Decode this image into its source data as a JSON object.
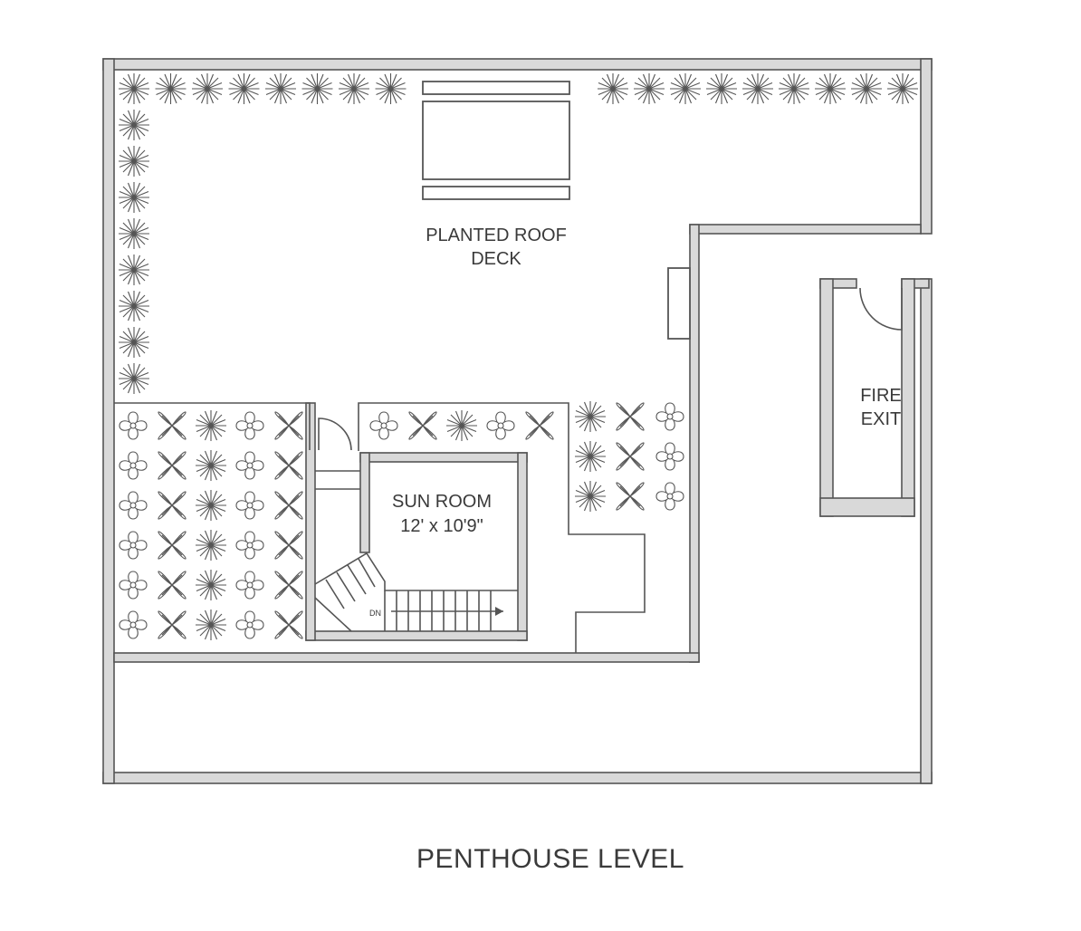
{
  "plan": {
    "title": "PENTHOUSE LEVEL",
    "rooms": {
      "roof_deck": {
        "line1": "PLANTED ROOF",
        "line2": "DECK"
      },
      "sun_room": {
        "line1": "SUN ROOM",
        "line2": "12' x 10'9\""
      },
      "fire_exit": {
        "line1": "FIRE",
        "line2": "EXIT"
      }
    },
    "stair": {
      "direction": "DN"
    }
  }
}
